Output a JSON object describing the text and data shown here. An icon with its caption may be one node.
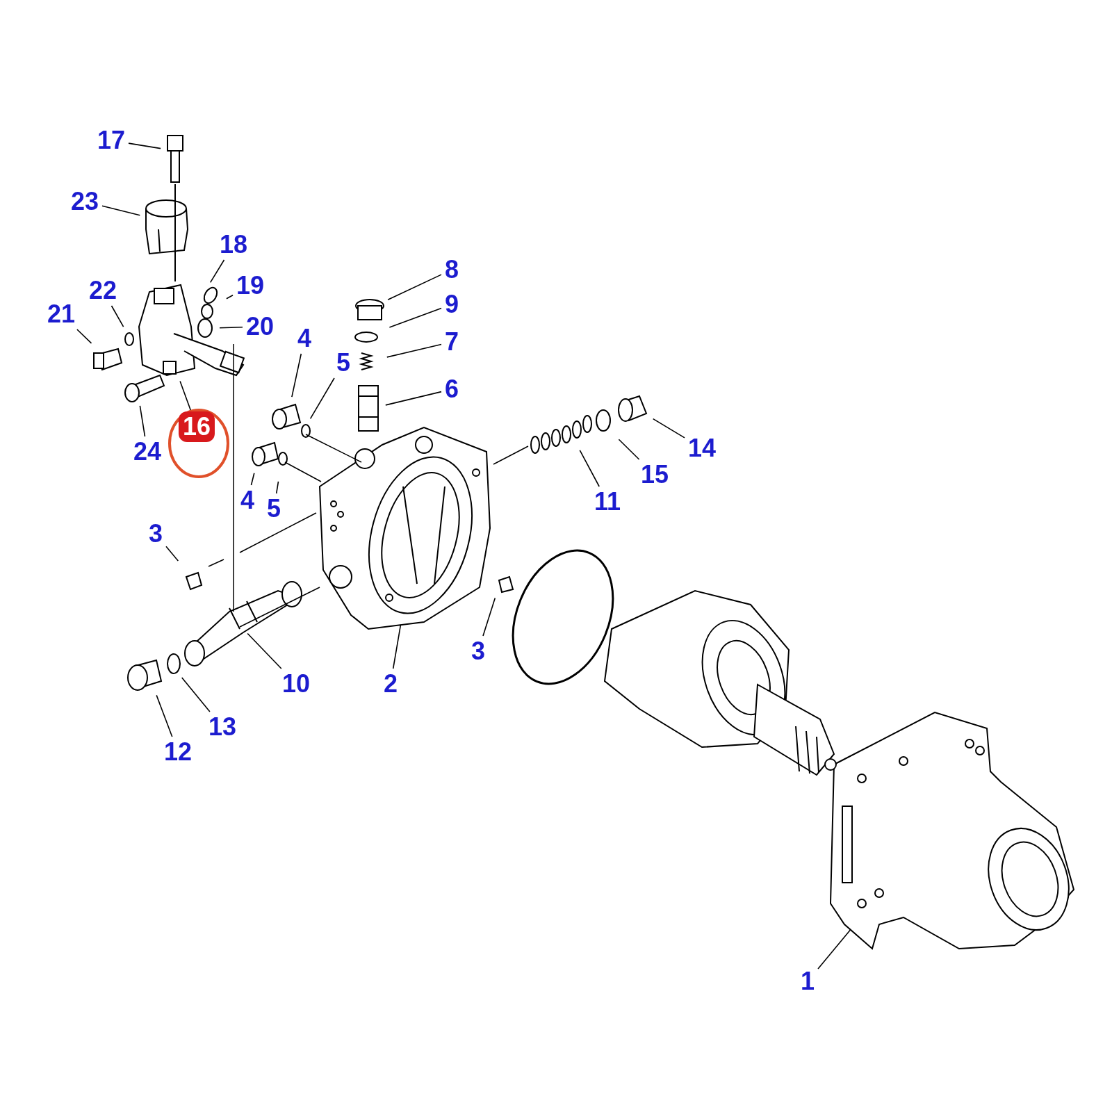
{
  "diagram": {
    "nodes": [
      {
        "text": [
          "17"
        ]
      },
      {
        "text": [
          "23"
        ]
      },
      {
        "text": [
          "18"
        ]
      },
      {
        "text": [
          "8"
        ]
      },
      {
        "text": [
          "19"
        ]
      },
      {
        "text": [
          "22"
        ]
      },
      {
        "text": [
          "9"
        ]
      },
      {
        "text": [
          "21"
        ]
      },
      {
        "text": [
          "20"
        ]
      },
      {
        "text": [
          "4"
        ]
      },
      {
        "text": [
          "7"
        ]
      },
      {
        "text": [
          "5"
        ]
      },
      {
        "text": [
          "6"
        ]
      },
      {
        "text": [
          "16"
        ]
      },
      {
        "text": [
          "14"
        ]
      },
      {
        "text": [
          "24"
        ]
      },
      {
        "text": [
          "15"
        ]
      },
      {
        "text": [
          "4"
        ]
      },
      {
        "text": [
          "11"
        ]
      },
      {
        "text": [
          "5"
        ]
      },
      {
        "text": [
          "3"
        ]
      },
      {
        "text": [
          "3"
        ]
      },
      {
        "text": [
          "10"
        ]
      },
      {
        "text": [
          "2"
        ]
      },
      {
        "text": [
          "13"
        ]
      },
      {
        "text": [
          "12"
        ]
      },
      {
        "text": [
          "1"
        ]
      }
    ],
    "edges": [
      {
        "from": 0,
        "to": null,
        "arrow": "none"
      },
      {
        "from": 1,
        "to": null,
        "arrow": "none"
      },
      {
        "from": 2,
        "to": null,
        "arrow": "none"
      },
      {
        "from": 3,
        "to": null,
        "arrow": "none"
      },
      {
        "from": 4,
        "to": null,
        "arrow": "none"
      },
      {
        "from": 5,
        "to": null,
        "arrow": "none"
      },
      {
        "from": 6,
        "to": null,
        "arrow": "none"
      },
      {
        "from": 7,
        "to": null,
        "arrow": "none"
      },
      {
        "from": 8,
        "to": null,
        "arrow": "none"
      },
      {
        "from": 9,
        "to": null,
        "arrow": "none"
      },
      {
        "from": 10,
        "to": null,
        "arrow": "none"
      },
      {
        "from": 11,
        "to": null,
        "arrow": "none"
      },
      {
        "from": 12,
        "to": null,
        "arrow": "none"
      },
      {
        "from": 13,
        "to": null,
        "arrow": "none"
      },
      {
        "from": 14,
        "to": null,
        "arrow": "none"
      },
      {
        "from": 15,
        "to": null,
        "arrow": "none"
      },
      {
        "from": 16,
        "to": null,
        "arrow": "none"
      },
      {
        "from": 17,
        "to": null,
        "arrow": "none"
      },
      {
        "from": 18,
        "to": null,
        "arrow": "none"
      },
      {
        "from": 19,
        "to": null,
        "arrow": "none"
      },
      {
        "from": 20,
        "to": null,
        "arrow": "none"
      },
      {
        "from": 21,
        "to": null,
        "arrow": "none"
      },
      {
        "from": 22,
        "to": null,
        "arrow": "none"
      },
      {
        "from": 23,
        "to": null,
        "arrow": "none"
      },
      {
        "from": 24,
        "to": null,
        "arrow": "none"
      },
      {
        "from": 25,
        "to": null,
        "arrow": "none"
      },
      {
        "from": 26,
        "to": null,
        "arrow": "none"
      }
    ]
  }
}
